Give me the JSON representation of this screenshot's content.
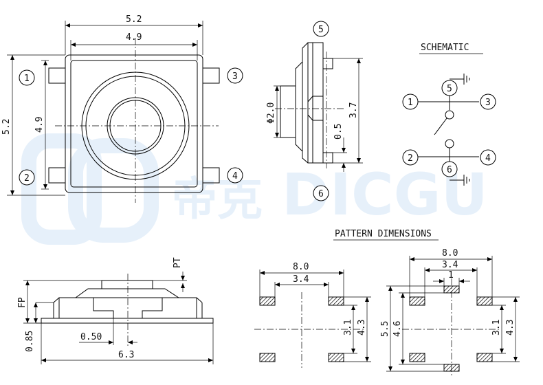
{
  "watermark": {
    "cn": "帝克",
    "en": "DICGU"
  },
  "top_view": {
    "dims": {
      "outer_width": "5.2",
      "inner_width": "4.9",
      "outer_height": "5.2",
      "inner_height": "4.9"
    },
    "pins": [
      "1",
      "2",
      "3",
      "4"
    ]
  },
  "side_view": {
    "pins": [
      "5",
      "6"
    ],
    "dims": {
      "diameter": "Φ2.0",
      "height": "3.7",
      "gap": "0.5"
    }
  },
  "schematic": {
    "title": "SCHEMATIC",
    "pins": [
      "1",
      "2",
      "3",
      "4",
      "5",
      "6"
    ]
  },
  "front_view": {
    "dims": {
      "pt": "PT",
      "fp": "FP",
      "base": "0.85",
      "offset": "0.50",
      "width": "6.3"
    }
  },
  "pattern": {
    "title": "PATTERN DIMENSIONS",
    "left": {
      "w1": "8.0",
      "w2": "3.4",
      "h1": "3.1",
      "h2": "4.3"
    },
    "right": {
      "w1": "8.0",
      "w2": "3.4",
      "w3": "1",
      "h1": "5.5",
      "h2": "4.6",
      "h3": "3.1",
      "h4": "4.3"
    }
  }
}
